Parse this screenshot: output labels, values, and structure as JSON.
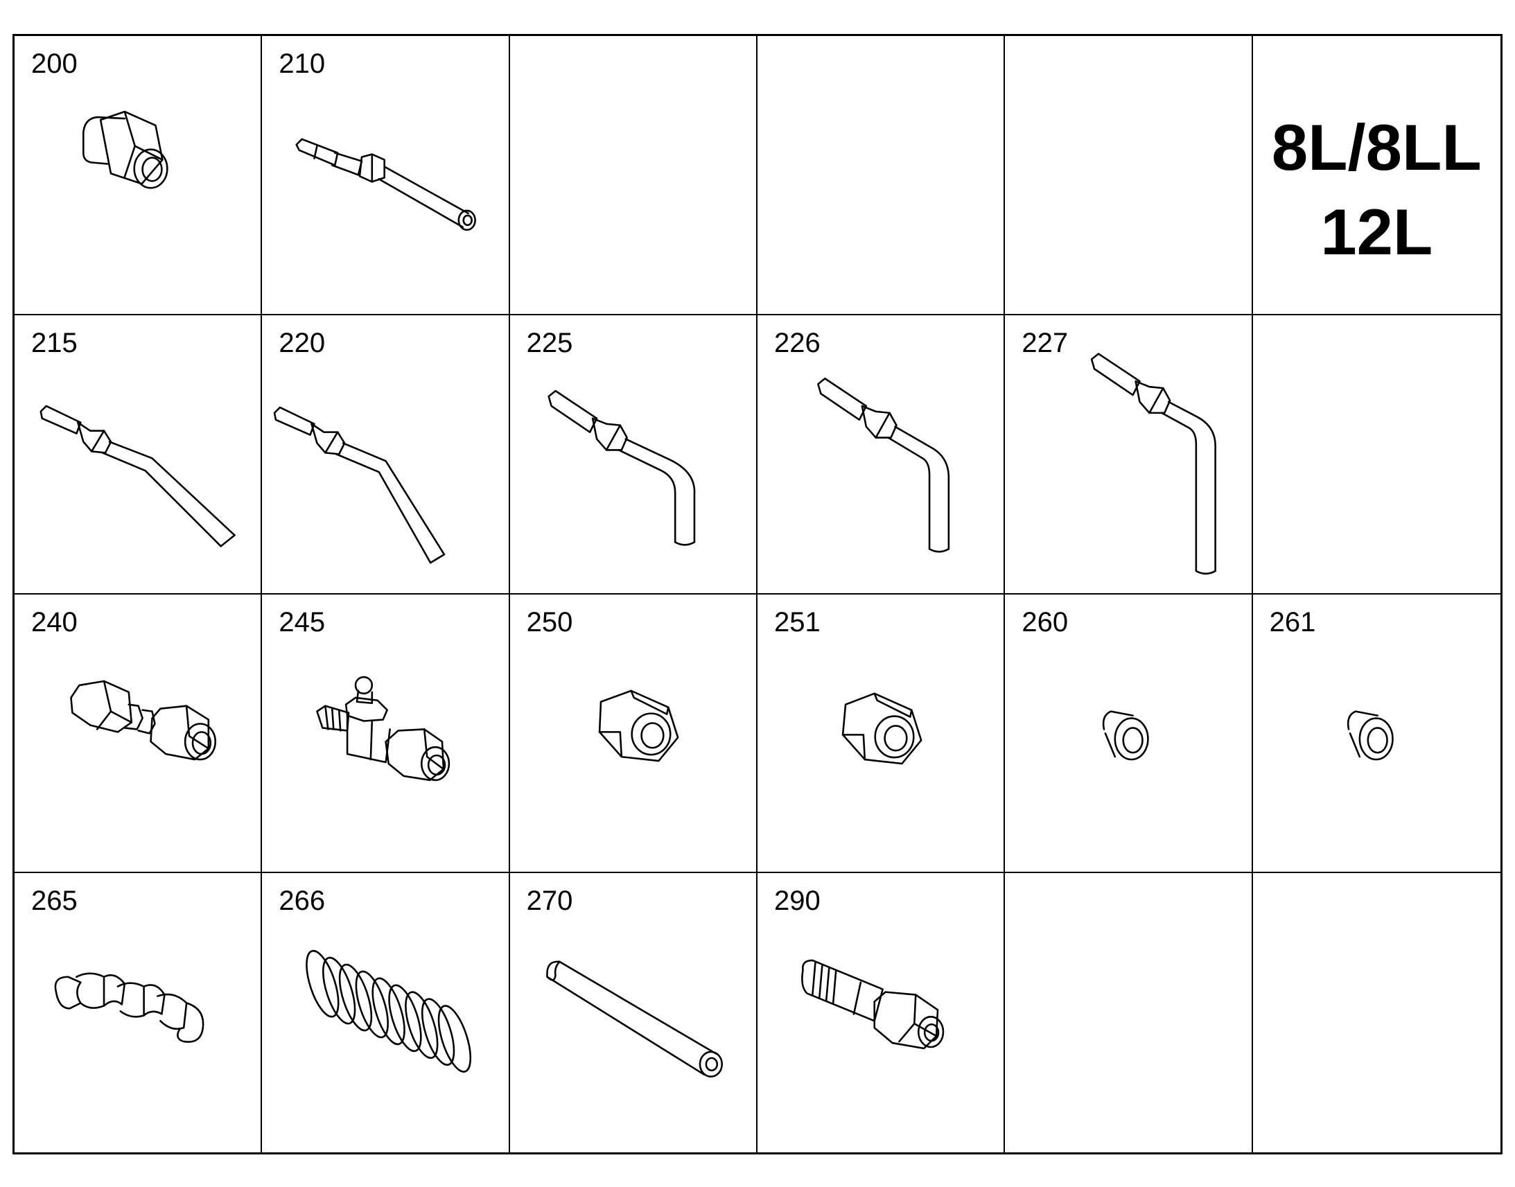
{
  "model_label": {
    "line1": "8L/8LL",
    "line2": "12L"
  },
  "cells": [
    {
      "number": "200",
      "icon": "straight-connector-icon"
    },
    {
      "number": "210",
      "icon": "straight-nozzle-tube-icon"
    },
    {
      "number": "",
      "icon": ""
    },
    {
      "number": "",
      "icon": ""
    },
    {
      "number": "",
      "icon": ""
    },
    {
      "number": "",
      "icon": "model-label"
    },
    {
      "number": "215",
      "icon": "bent-nozzle-tube-icon"
    },
    {
      "number": "220",
      "icon": "bent-nozzle-tube-icon"
    },
    {
      "number": "225",
      "icon": "elbow-nozzle-tube-icon"
    },
    {
      "number": "226",
      "icon": "elbow-nozzle-tube-icon"
    },
    {
      "number": "227",
      "icon": "long-elbow-nozzle-tube-icon"
    },
    {
      "number": "",
      "icon": ""
    },
    {
      "number": "240",
      "icon": "union-connector-icon"
    },
    {
      "number": "245",
      "icon": "grease-nipple-connector-icon"
    },
    {
      "number": "250",
      "icon": "hex-nut-icon"
    },
    {
      "number": "251",
      "icon": "hex-nut-icon"
    },
    {
      "number": "260",
      "icon": "ferrule-icon"
    },
    {
      "number": "261",
      "icon": "ferrule-icon"
    },
    {
      "number": "265",
      "icon": "spiral-sleeve-icon"
    },
    {
      "number": "266",
      "icon": "coil-spring-icon"
    },
    {
      "number": "270",
      "icon": "tube-icon"
    },
    {
      "number": "290",
      "icon": "reducer-connector-icon"
    },
    {
      "number": "",
      "icon": ""
    },
    {
      "number": "",
      "icon": ""
    }
  ]
}
